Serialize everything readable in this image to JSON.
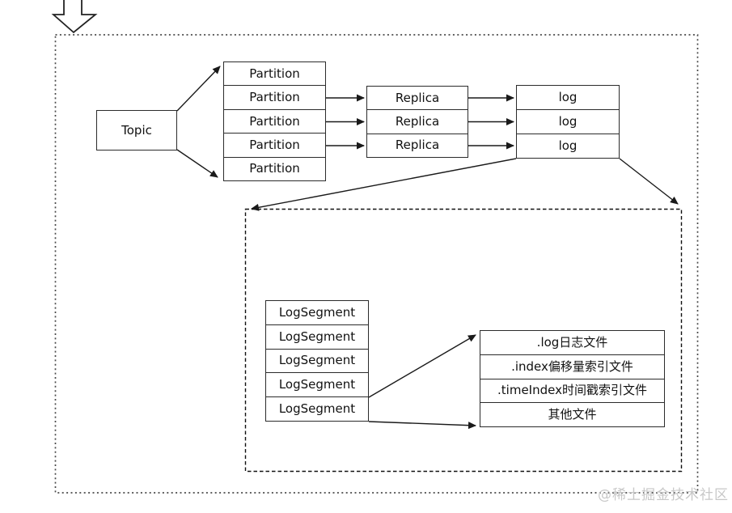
{
  "diagram": {
    "topic": {
      "label": "Topic"
    },
    "partitions": {
      "rows": [
        "Partition",
        "Partition",
        "Partition",
        "Partition",
        "Partition"
      ]
    },
    "replicas": {
      "rows": [
        "Replica",
        "Replica",
        "Replica"
      ]
    },
    "logs": {
      "rows": [
        "log",
        "log",
        "log"
      ]
    },
    "log_segments": {
      "rows": [
        "LogSegment",
        "LogSegment",
        "LogSegment",
        "LogSegment",
        "LogSegment"
      ]
    },
    "segment_files": {
      "rows": [
        ".log日志文件",
        ".index偏移量索引文件",
        ".timeIndex时间戳索引文件",
        "其他文件"
      ]
    }
  },
  "icons": {
    "down_arrow": "down-arrow"
  },
  "watermark": {
    "text": "@稀土掘金技术社区"
  },
  "colors": {
    "background": "#ffffff",
    "box_border": "#2b2b2b",
    "line": "#1a1a1a",
    "outer_dashed_border": "#4a4a4a",
    "inner_dashed_border": "#111111",
    "watermark": "#c8c8c8",
    "text": "#111111"
  }
}
